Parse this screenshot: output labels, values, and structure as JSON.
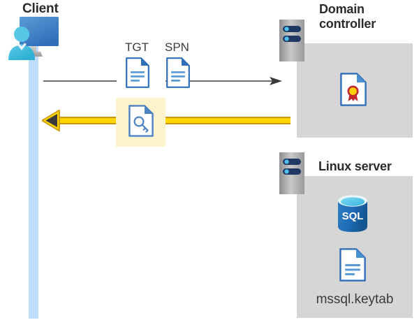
{
  "diagram": {
    "title": "Kerberos authentication flow between Client, Domain controller and Linux server",
    "background": "#ffffff"
  },
  "colors": {
    "panel_gray": "#d6d6d6",
    "lifeline_blue": "#bfdcfb",
    "highlight_yellow": "#fdf3cd",
    "arrow_yellow": "#ffd500",
    "arrow_yellow_edge": "#c8960a",
    "arrow_gray": "#6e6e6e",
    "doc_blue": "#2f6fba",
    "doc_blue_light": "#5b9bd5",
    "title_text": "#2b2b2b",
    "label_text": "#3b3b3b",
    "sql_blue": "#1f6bb5",
    "sql_top_cyan": "#4fc3ec",
    "cert_red": "#c1272d",
    "cert_gold": "#ffd200",
    "server_navy": "#1f3864"
  },
  "actors": {
    "client": {
      "title": "Client",
      "icon": "client-workstation-icon",
      "lifeline": "client-lifeline"
    },
    "domain_controller": {
      "title": "Domain\ncontroller",
      "icon": "server-icon",
      "contents": [
        {
          "icon": "certificate-document-icon",
          "label": ""
        }
      ]
    },
    "linux_server": {
      "title": "Linux server",
      "icon": "server-icon",
      "contents": [
        {
          "icon": "sql-database-icon",
          "label": "SQL"
        },
        {
          "icon": "keytab-document-icon",
          "label": "mssql.keytab"
        }
      ]
    }
  },
  "messages": [
    {
      "id": "request",
      "direction": "client-to-domain-controller",
      "style": "gray-arrow",
      "artifacts": [
        {
          "label": "TGT",
          "icon": "document-icon"
        },
        {
          "label": "SPN",
          "icon": "document-icon"
        }
      ]
    },
    {
      "id": "response",
      "direction": "domain-controller-to-client",
      "style": "yellow-arrow",
      "highlighted": true,
      "artifacts": [
        {
          "label": "",
          "icon": "key-document-icon"
        }
      ]
    }
  ],
  "labels": {
    "tgt": "TGT",
    "spn": "SPN",
    "sql": "SQL",
    "keytab_file": "mssql.keytab"
  }
}
